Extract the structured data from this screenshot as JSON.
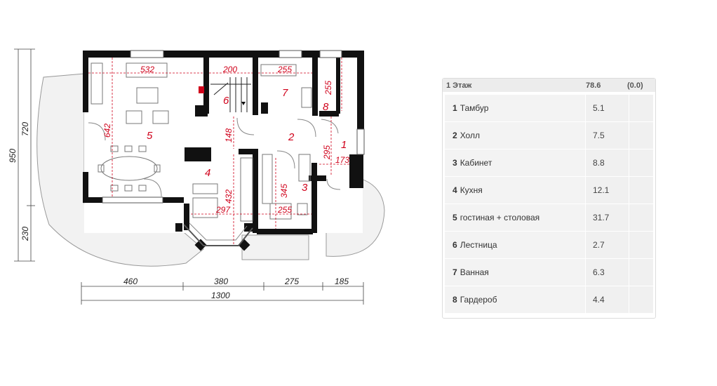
{
  "plan": {
    "overall_dims": {
      "height_total": "950",
      "height_upper": "720",
      "height_lower": "230",
      "width_total": "1300",
      "width_segments": [
        "460",
        "380",
        "275",
        "185"
      ]
    },
    "room_numbers": [
      "1",
      "2",
      "3",
      "4",
      "5",
      "6",
      "7",
      "8"
    ],
    "room_dims": {
      "d532": "532",
      "d200": "200",
      "d255a": "255",
      "d255b": "255",
      "d642": "642",
      "d148": "148",
      "d295": "295",
      "d173": "173",
      "d432": "432",
      "d345": "345",
      "d297": "297",
      "d255c": "255"
    }
  },
  "areas": {
    "header": {
      "label": "1 Этаж",
      "total": "78.6",
      "extra": "(0.0)"
    },
    "rows": [
      {
        "num": "1",
        "name": "Тамбур",
        "area": "5.1"
      },
      {
        "num": "2",
        "name": "Холл",
        "area": "7.5"
      },
      {
        "num": "3",
        "name": "Кабинет",
        "area": "8.8"
      },
      {
        "num": "4",
        "name": "Кухня",
        "area": "12.1"
      },
      {
        "num": "5",
        "name": "гостиная + столовая",
        "area": "31.7"
      },
      {
        "num": "6",
        "name": "Лестница",
        "area": "2.7"
      },
      {
        "num": "7",
        "name": "Ванная",
        "area": "6.3"
      },
      {
        "num": "8",
        "name": "Гардероб",
        "area": "4.4"
      }
    ]
  }
}
